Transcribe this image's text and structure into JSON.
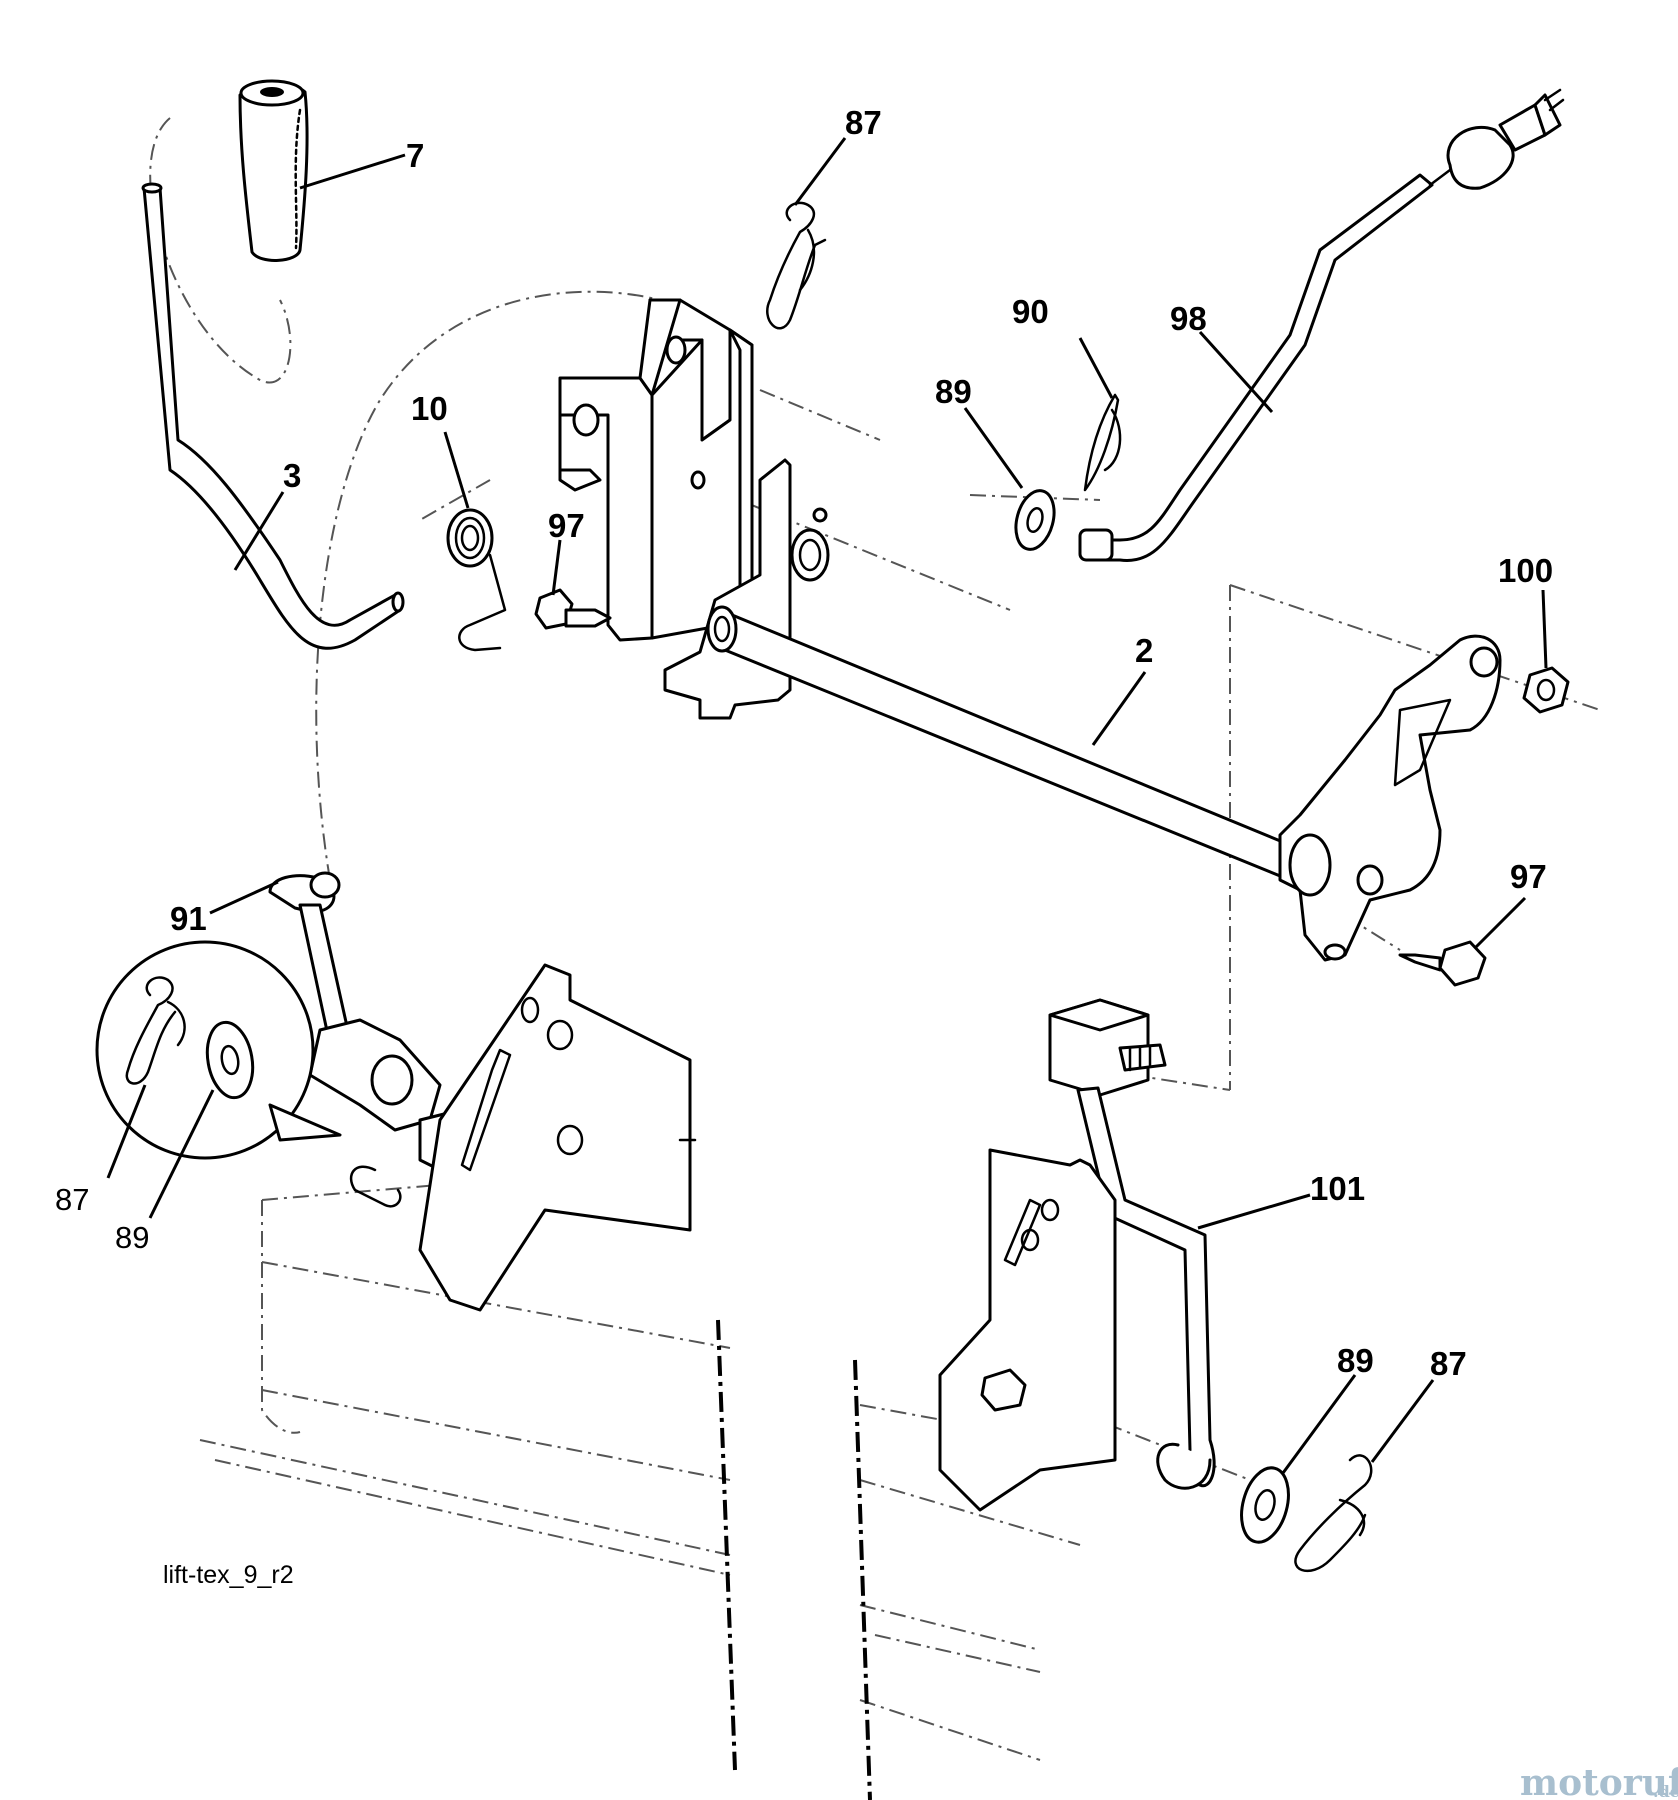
{
  "diagram": {
    "drawing_code": "lift-tex_9_r2",
    "callouts": [
      {
        "id": "c7",
        "label": "7"
      },
      {
        "id": "c87a",
        "label": "87"
      },
      {
        "id": "c90",
        "label": "90"
      },
      {
        "id": "c98",
        "label": "98"
      },
      {
        "id": "c89a",
        "label": "89"
      },
      {
        "id": "c10",
        "label": "10"
      },
      {
        "id": "c3",
        "label": "3"
      },
      {
        "id": "c97a",
        "label": "97"
      },
      {
        "id": "c2",
        "label": "2"
      },
      {
        "id": "c100",
        "label": "100"
      },
      {
        "id": "c91",
        "label": "91"
      },
      {
        "id": "c97b",
        "label": "97"
      },
      {
        "id": "c87b",
        "label": "87"
      },
      {
        "id": "c89b",
        "label": "89"
      },
      {
        "id": "c101",
        "label": "101"
      },
      {
        "id": "c89c",
        "label": "89"
      },
      {
        "id": "c87c",
        "label": "87"
      }
    ]
  },
  "watermark": {
    "brand": "motoruf",
    "tld": ".de"
  }
}
